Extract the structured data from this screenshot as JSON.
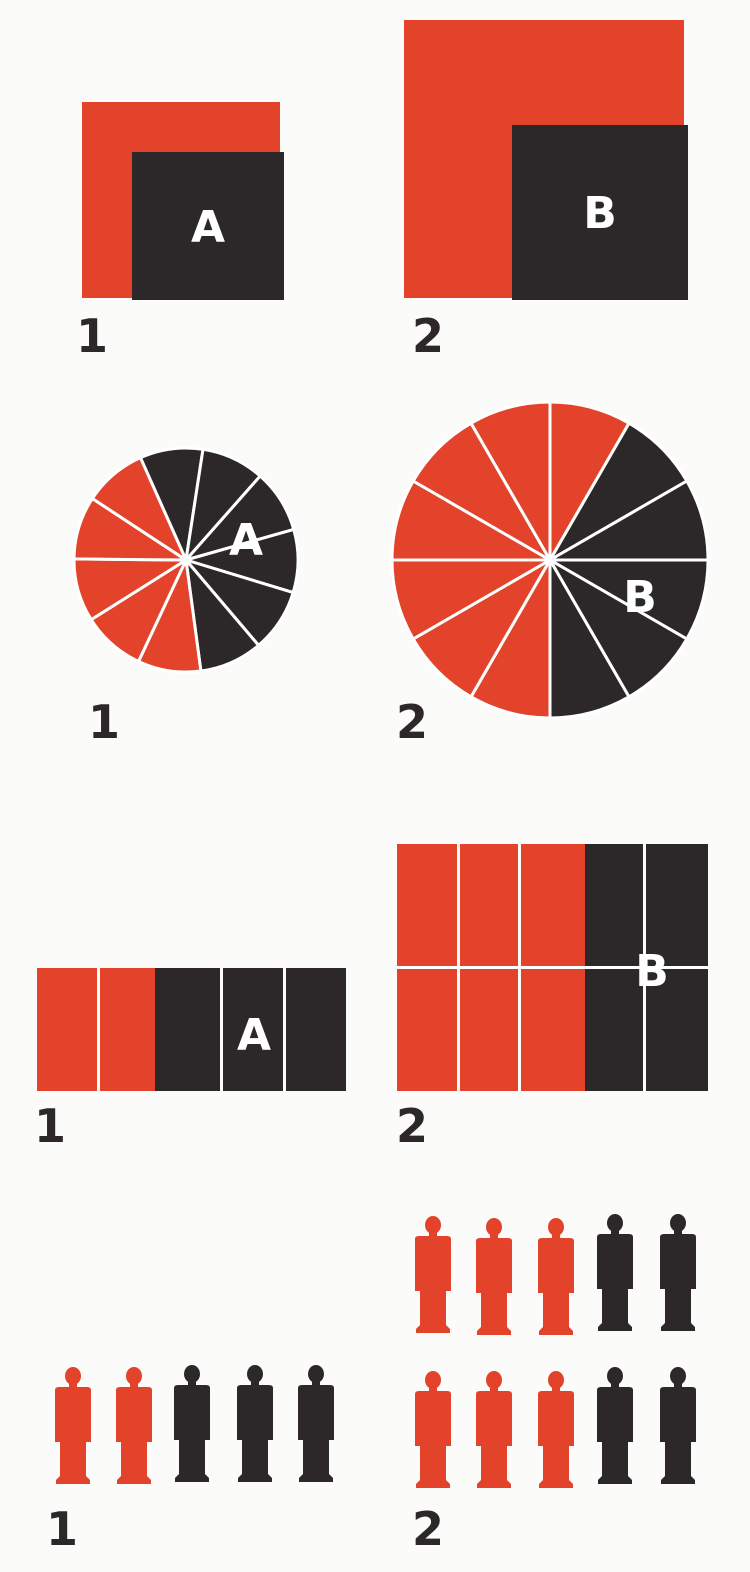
{
  "colors": {
    "red": "#e2432a",
    "dark": "#2c2829",
    "white": "#ffffff",
    "text": "#2c2829",
    "background": "#fbfbf9"
  },
  "rows": [
    {
      "kind": "squares",
      "panels": [
        {
          "number": "1",
          "letter": "A",
          "red_units": 2,
          "dark_units": 3,
          "total_units": 5
        },
        {
          "number": "2",
          "letter": "B",
          "red_units": 6,
          "dark_units": 4,
          "total_units": 10
        }
      ]
    },
    {
      "kind": "pies",
      "panels": [
        {
          "number": "1",
          "letter": "A",
          "red_slices": 5,
          "dark_slices": 6,
          "total_slices": 11
        },
        {
          "number": "2",
          "letter": "B",
          "red_slices": 7,
          "dark_slices": 5,
          "total_slices": 12
        }
      ]
    },
    {
      "kind": "blocks",
      "panels": [
        {
          "number": "1",
          "letter": "A",
          "red_blocks": 2,
          "dark_blocks": 3,
          "rows": 1
        },
        {
          "number": "2",
          "letter": "B",
          "red_blocks": 3,
          "dark_blocks": 2,
          "rows": 2
        }
      ]
    },
    {
      "kind": "figures",
      "panels": [
        {
          "number": "1",
          "red_figures": 2,
          "dark_figures": 3,
          "rows": 1
        },
        {
          "number": "2",
          "red_figures": 3,
          "dark_figures": 2,
          "rows": 2
        }
      ]
    }
  ]
}
